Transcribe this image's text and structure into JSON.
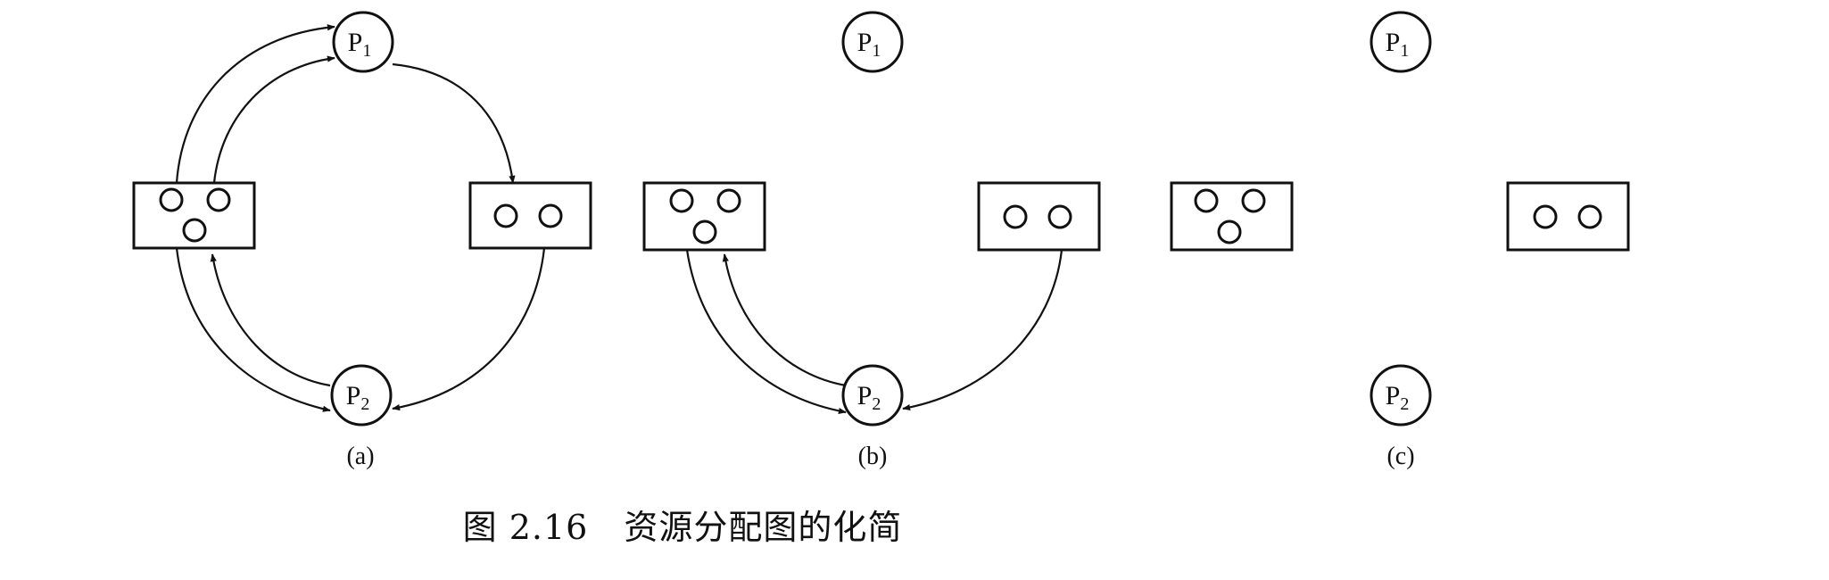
{
  "caption": {
    "number": "图 2.16",
    "text": "资源分配图的化简"
  },
  "panels": [
    {
      "label": "(a)",
      "processes": [
        {
          "name": "P",
          "sub": "1"
        },
        {
          "name": "P",
          "sub": "2"
        }
      ]
    },
    {
      "label": "(b)",
      "processes": [
        {
          "name": "P",
          "sub": "1"
        },
        {
          "name": "P",
          "sub": "2"
        }
      ]
    },
    {
      "label": "(c)",
      "processes": [
        {
          "name": "P",
          "sub": "1"
        },
        {
          "name": "P",
          "sub": "2"
        }
      ]
    }
  ]
}
